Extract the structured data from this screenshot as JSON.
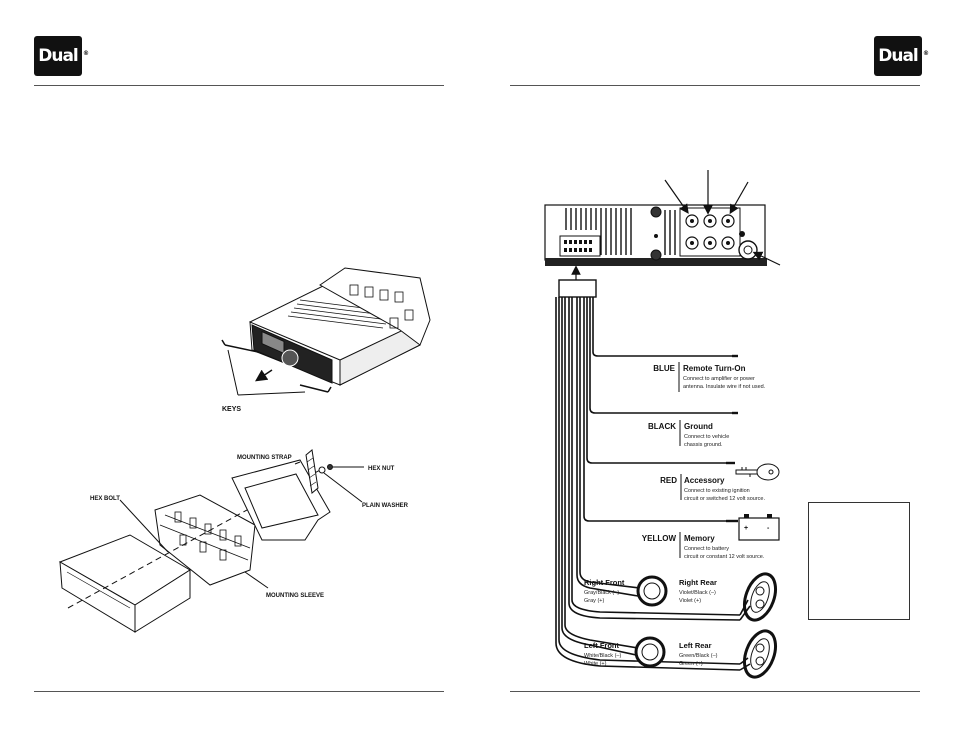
{
  "brand": {
    "name": "Dual"
  },
  "left_page": {
    "keys_label": "KEYS",
    "mounting": {
      "mounting_strap": "MOUNTING STRAP",
      "hex_nut": "HEX NUT",
      "plain_washer": "PLAIN WASHER",
      "hex_bolt": "HEX BOLT",
      "mounting_sleeve": "MOUNTING SLEEVE"
    }
  },
  "right_page": {
    "wires": [
      {
        "color": "BLUE",
        "title": "Remote Turn-On",
        "line1": "Connect to amplifier or power",
        "line2": "antenna. Insulate wire if not used."
      },
      {
        "color": "BLACK",
        "title": "Ground",
        "line1": "Connect to vehicle",
        "line2": "chassis ground."
      },
      {
        "color": "RED",
        "title": "Accessory",
        "line1": "Connect to existing ignition",
        "line2": "circuit or switched 12 volt source."
      },
      {
        "color": "YELLOW",
        "title": "Memory",
        "line1": "Connect to battery",
        "line2": "circuit or constant 12 volt source."
      }
    ],
    "speakers": [
      {
        "title": "Right Front",
        "line1": "Gray/Black (–)",
        "line2": "Gray (+)"
      },
      {
        "title": "Right Rear",
        "line1": "Violet/Black (–)",
        "line2": "Violet (+)"
      },
      {
        "title": "Left Front",
        "line1": "White/Black (–)",
        "line2": "White (+)"
      },
      {
        "title": "Left Rear",
        "line1": "Green/Black (–)",
        "line2": "Green (+)"
      }
    ],
    "battery": {
      "plus": "+",
      "minus": "-"
    }
  }
}
